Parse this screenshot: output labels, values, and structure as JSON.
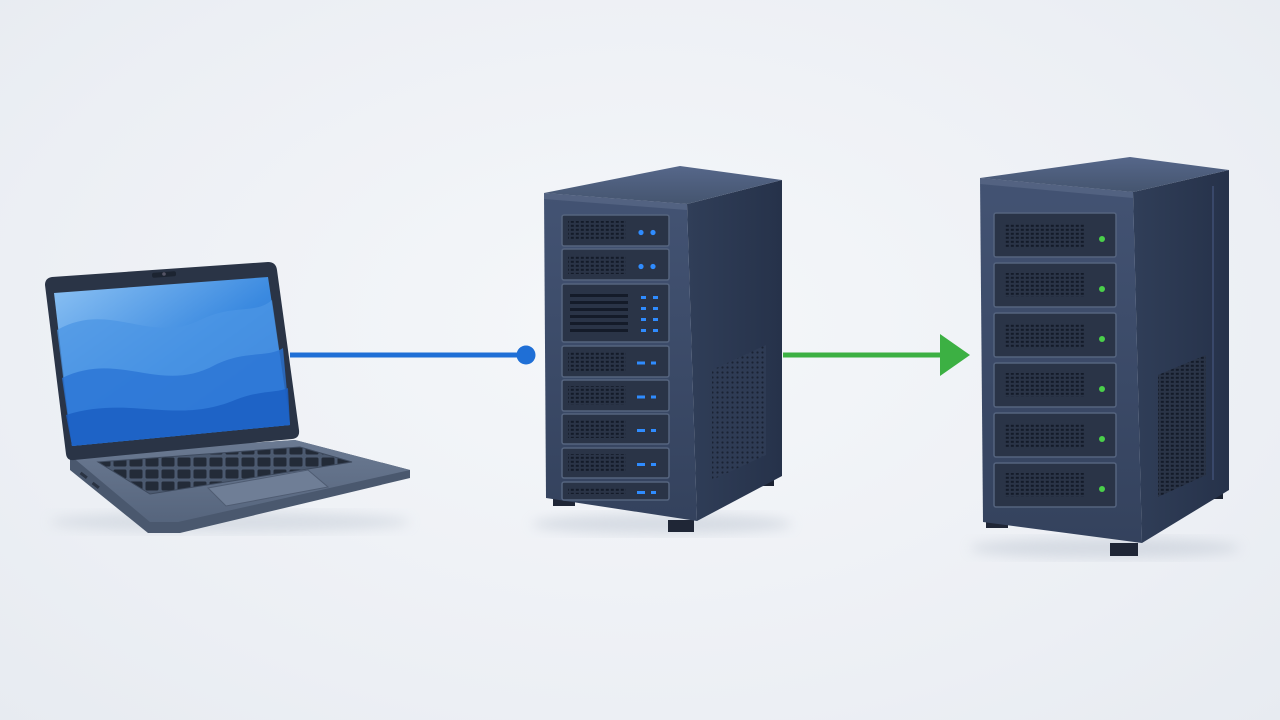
{
  "colors": {
    "background": "#eef1f5",
    "chassis_front": "#3b4a66",
    "chassis_top": "#4b5b78",
    "chassis_side": "#2b3850",
    "bay": "#2a3447",
    "bay_border": "#55647f",
    "laptop_shell": "#56657d",
    "laptop_screen": "#1f6fd6",
    "connection_blue": "#1f6fd6",
    "connection_green": "#3cb043",
    "led_blue": "#2f8cff",
    "led_green": "#4ad04a"
  },
  "nodes": [
    {
      "id": "client",
      "kind": "laptop",
      "icon": "laptop-icon"
    },
    {
      "id": "proxy",
      "kind": "server",
      "icon": "server-icon",
      "bays": 8,
      "led_color": "blue"
    },
    {
      "id": "backend",
      "kind": "server",
      "icon": "server-icon",
      "bays": 6,
      "led_color": "green"
    }
  ],
  "edges": [
    {
      "from": "client",
      "to": "proxy",
      "color": "blue",
      "end": "dot"
    },
    {
      "from": "proxy",
      "to": "backend",
      "color": "green",
      "end": "arrow"
    }
  ]
}
